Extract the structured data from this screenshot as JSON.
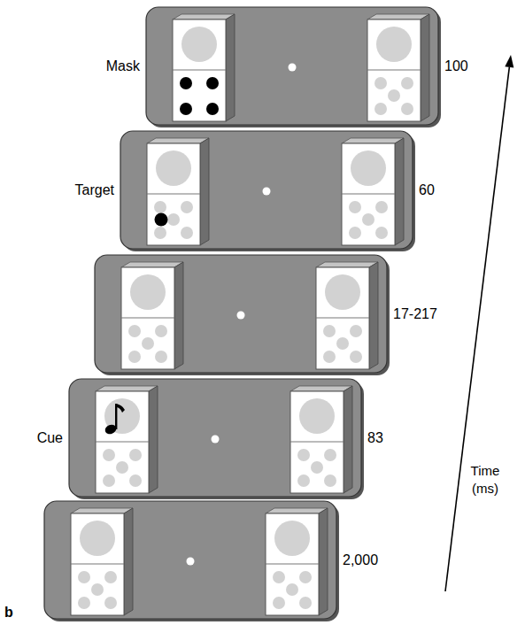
{
  "diagram": {
    "labels": [
      "Mask",
      "100",
      "Target",
      "60",
      "17-217",
      "Cue",
      "83",
      "2,000",
      "Time (ms)",
      "b"
    ]
  }
}
